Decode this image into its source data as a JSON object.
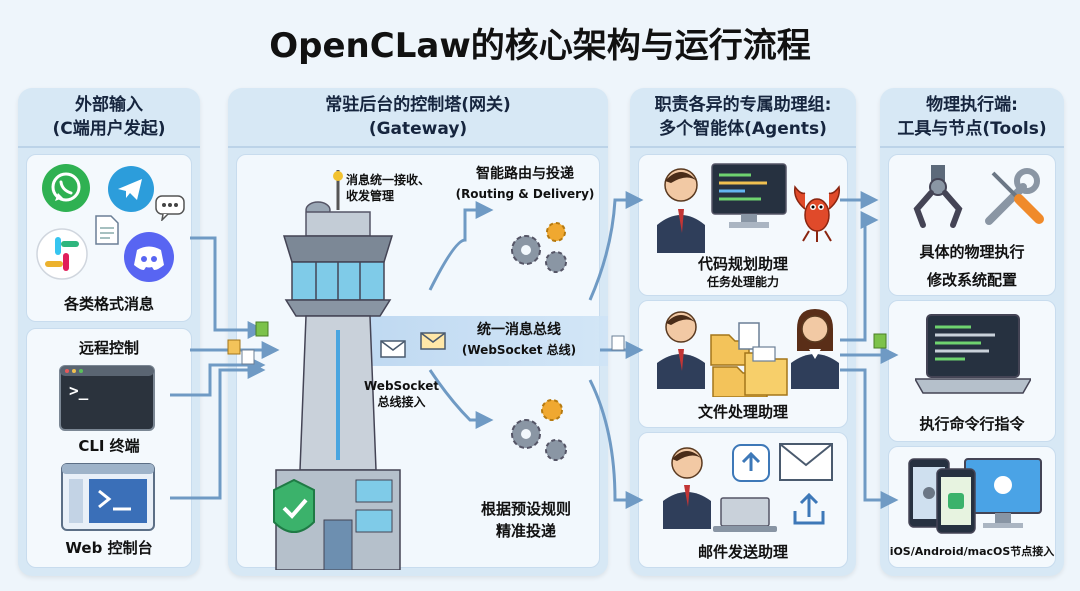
{
  "title": "OpenCLaw的核心架构与运行流程",
  "col1": {
    "title_line1": "外部输入",
    "title_line2": "(C端用户发起)",
    "msg_label": "各类格式消息",
    "remote_label": "远程控制",
    "cli_label": "CLI 终端",
    "web_label": "Web 控制台",
    "cli_prompt": ">_"
  },
  "col2": {
    "title_line1": "常驻后台的控制塔(网关)",
    "title_line2": "(Gateway)",
    "recv_line1": "消息统一接收、",
    "recv_line2": "收发管理",
    "routing_line1": "智能路由与投递",
    "routing_line2": "(Routing & Delivery)",
    "bus_line1": "统一消息总线",
    "bus_line2": "(WebSocket 总线)",
    "ws_line1": "WebSocket",
    "ws_line2": "总线接入",
    "rule_line1": "根据预设规则",
    "rule_line2": "精准投递"
  },
  "col3": {
    "title_line1": "职责各异的专属助理组:",
    "title_line2": "多个智能体(Agents)",
    "code_label": "代码规划助理",
    "code_sub": "任务处理能力",
    "file_label": "文件处理助理",
    "mail_label": "邮件发送助理"
  },
  "col4": {
    "title_line1": "物理执行端:",
    "title_line2": "工具与节点(Tools)",
    "exec_label": "具体的物理执行",
    "config_label": "修改系统配置",
    "cmd_label": "执行命令行指令",
    "nodes_label": "iOS/Android/macOS节点接入"
  },
  "colors": {
    "panel_bg": "#d7e8f5",
    "arrow": "#6f9ac4",
    "tower": "#b9c4cf",
    "accent_green": "#3bb26b"
  }
}
